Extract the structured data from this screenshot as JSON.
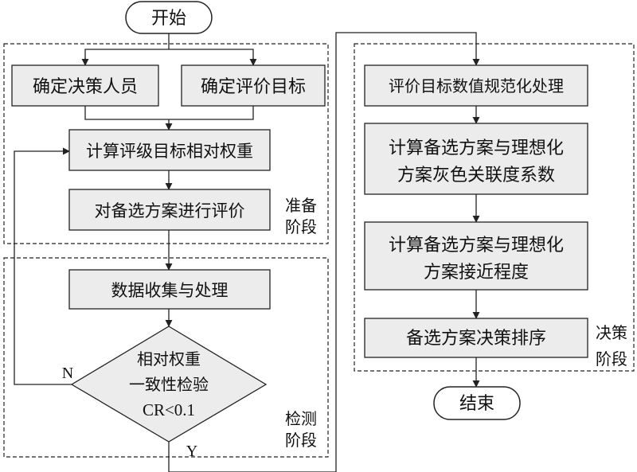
{
  "flow": {
    "start": "开始",
    "end": "结束",
    "prep": {
      "step_personnel": "确定决策人员",
      "step_goal": "确定评价目标",
      "step_weights": "计算评级目标相对权重",
      "step_evaluate": "对备选方案进行评价",
      "group_label_line1": "准备",
      "group_label_line2": "阶段"
    },
    "detect": {
      "step_collect": "数据收集与处理",
      "decision_line1": "相对权重",
      "decision_line2": "一致性检验",
      "decision_line3": "CR<0.1",
      "no_label": "N",
      "yes_label": "Y",
      "group_label_line1": "检测",
      "group_label_line2": "阶段"
    },
    "decide": {
      "step_normalize": "评价目标数值规范化处理",
      "step_grey_line1": "计算备选方案与理想化",
      "step_grey_line2": "方案灰色关联度系数",
      "step_close_line1": "计算备选方案与理想化",
      "step_close_line2": "方案接近程度",
      "step_rank": "备选方案决策排序",
      "group_label_line1": "决策",
      "group_label_line2": "阶段"
    }
  }
}
